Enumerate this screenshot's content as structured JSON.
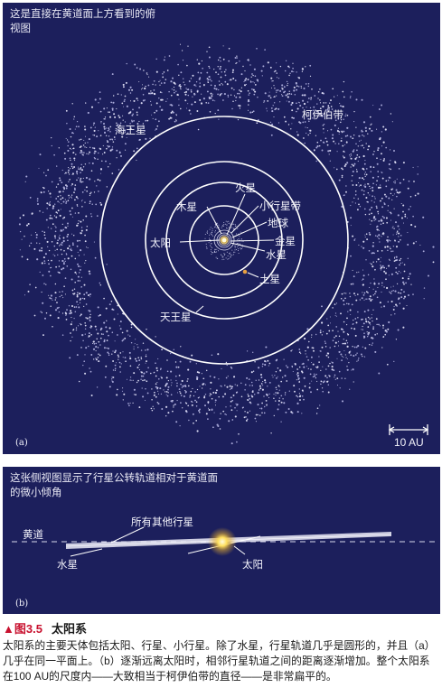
{
  "panel_a": {
    "caption": "这是直接在黄道面上方看到的俯视图",
    "tag": "(a)",
    "scale": "10 AU",
    "labels": {
      "neptune": "海王星",
      "kuiper": "柯伊伯带",
      "mars": "火星",
      "jupiter": "木星",
      "asteroid": "小行星带",
      "earth": "地球",
      "sun": "太阳",
      "venus": "金星",
      "mercury": "水星",
      "saturn": "土星",
      "uranus": "天王星"
    }
  },
  "panel_b": {
    "caption": "这张侧视图显示了行星公转轨道相对于黄道面的微小倾角",
    "tag": "(b)",
    "labels": {
      "ecliptic": "黄道",
      "others": "所有其他行星",
      "mercury": "水星",
      "sun": "太阳"
    }
  },
  "figure": {
    "number": "▲图3.5",
    "title": "太阳系",
    "body": "太阳系的主要天体包括太阳、行星、小行星。除了水星，行星轨道几乎是圆形的，并且（a）几乎在同一平面上。（b）逐渐远离太阳时，相邻行星轨道之间的距离逐渐增加。整个太阳系在100 AU的尺度内——大致相当于柯伊伯带的直径——是非常扁平的。"
  },
  "colors": {
    "background": "#1c1f5c",
    "orbit": "#ffffff",
    "sun": "#ffd24a",
    "accent": "#c8102e"
  }
}
